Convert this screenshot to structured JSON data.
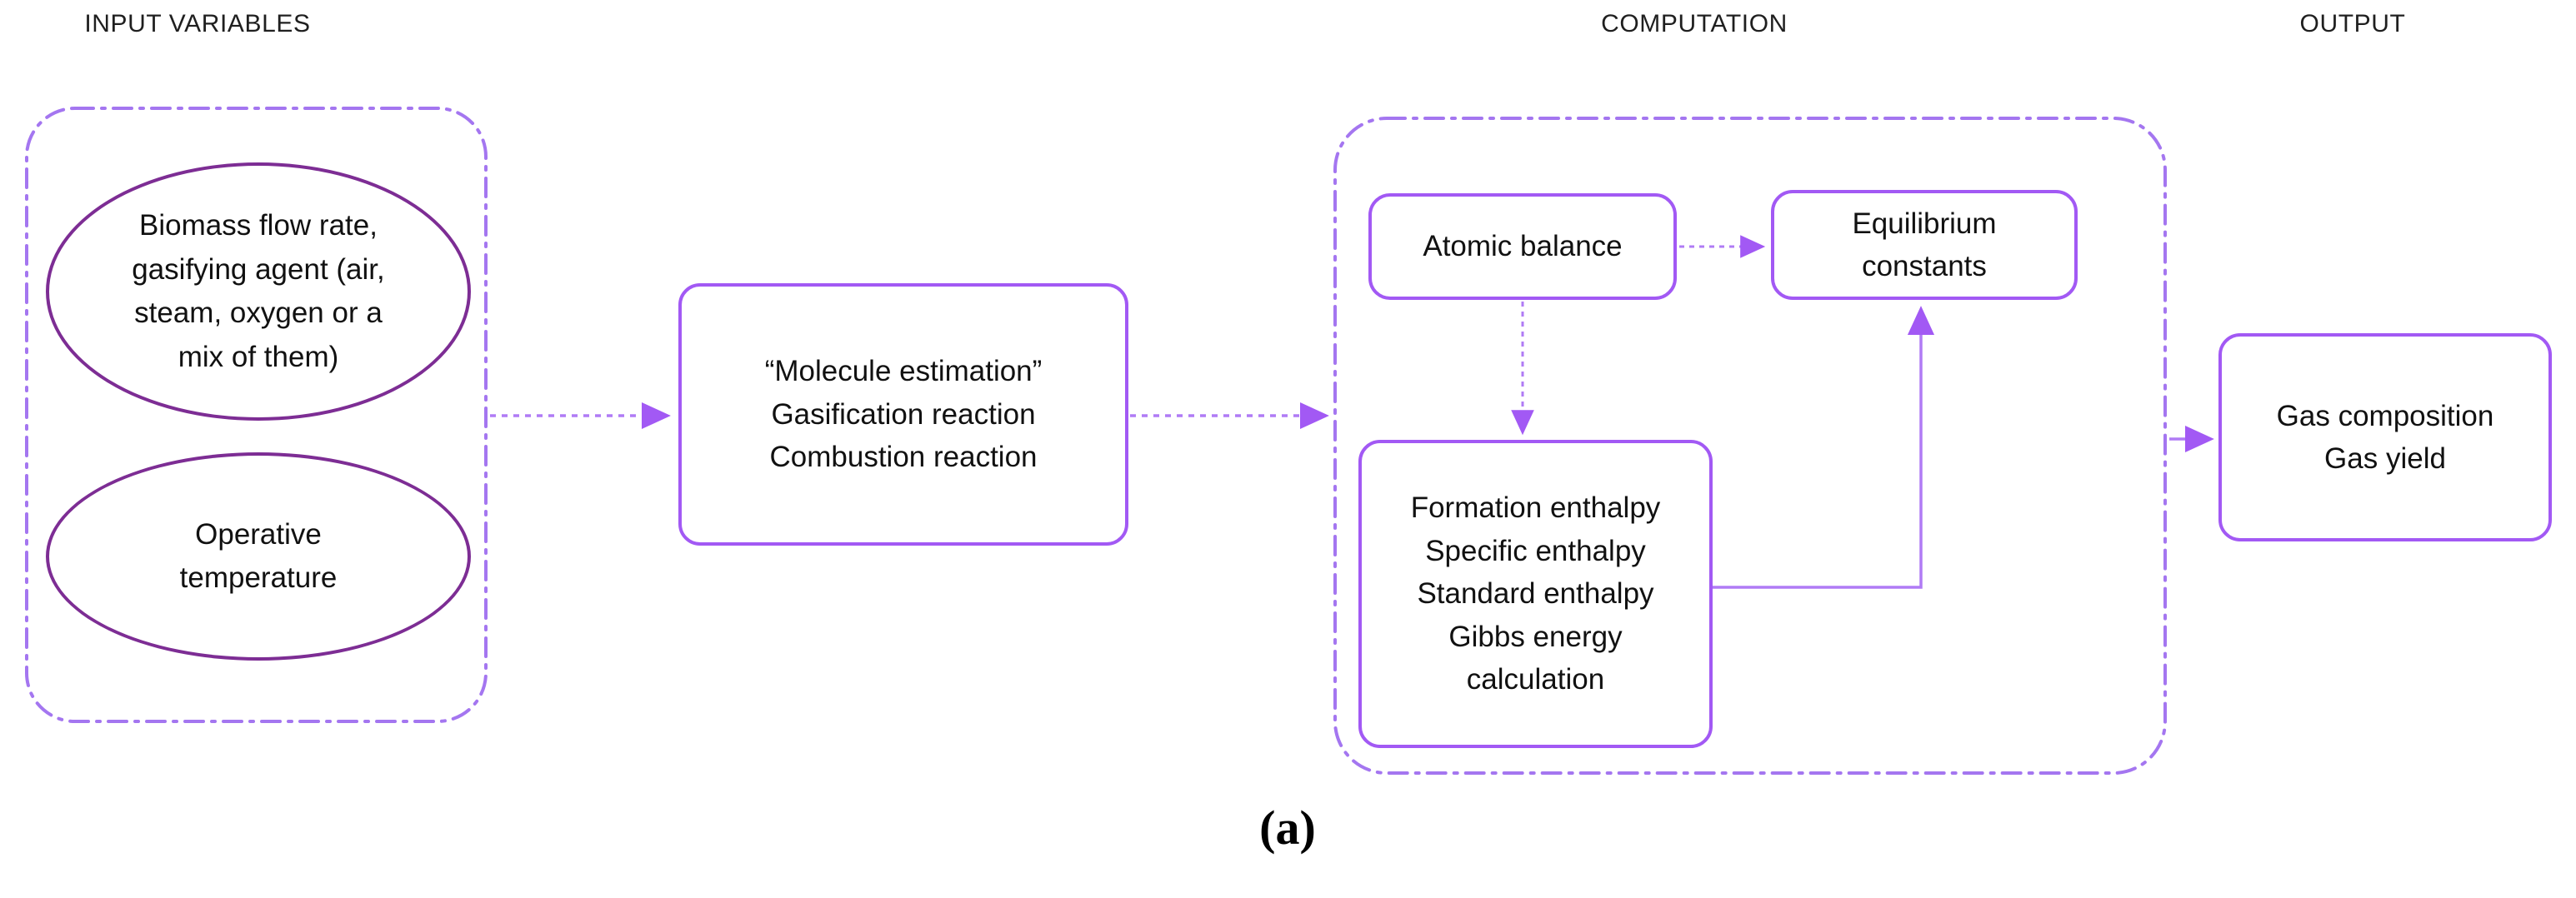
{
  "figure": {
    "caption": "(a)",
    "background": "#ffffff"
  },
  "colors": {
    "node_stroke": "#a259f4",
    "ellipse_stroke": "#7d2d94",
    "group_stroke": "#a476f0",
    "connector": "#a259f4",
    "text": "#111111"
  },
  "headers": {
    "input": "INPUT VARIABLES",
    "computation": "COMPUTATION",
    "output": "OUTPUT"
  },
  "input_group": {
    "label": "INPUT VARIABLES",
    "nodes": [
      {
        "id": "feedstock",
        "shape": "ellipse",
        "lines": [
          "Biomass flow rate,",
          "gasifying agent (air,",
          "steam, oxygen or a",
          "mix of them)"
        ]
      },
      {
        "id": "temperature",
        "shape": "ellipse",
        "lines": [
          "Operative",
          "temperature"
        ]
      }
    ]
  },
  "middle_node": {
    "id": "molecule-estimation",
    "shape": "rounded-rect",
    "lines": [
      "“Molecule estimation”",
      "Gasification reaction",
      "Combustion reaction"
    ]
  },
  "computation_group": {
    "label": "COMPUTATION",
    "nodes": [
      {
        "id": "atomic-balance",
        "shape": "rounded-rect",
        "lines": [
          "Atomic balance"
        ]
      },
      {
        "id": "equilibrium-constants",
        "shape": "rounded-rect",
        "lines": [
          "Equilibrium",
          "constants"
        ]
      },
      {
        "id": "enthalpy-calculation",
        "shape": "rounded-rect",
        "lines": [
          "Formation enthalpy",
          "Specific enthalpy",
          "Standard enthalpy",
          "Gibbs energy",
          "calculation"
        ]
      }
    ]
  },
  "output_group": {
    "label": "OUTPUT",
    "nodes": [
      {
        "id": "gas-results",
        "shape": "rounded-rect",
        "lines": [
          "Gas composition",
          "Gas yield"
        ]
      }
    ]
  },
  "connectors": [
    {
      "id": "input-to-molecule",
      "from": "input-group",
      "to": "molecule-estimation",
      "style": "dotted",
      "arrow": true
    },
    {
      "id": "molecule-to-comp",
      "from": "molecule-estimation",
      "to": "computation-group",
      "style": "dotted",
      "arrow": true
    },
    {
      "id": "atomic-to-equilib",
      "from": "atomic-balance",
      "to": "equilibrium-constants",
      "style": "dotted",
      "arrow": true
    },
    {
      "id": "atomic-to-enthalpy",
      "from": "atomic-balance",
      "to": "enthalpy-calculation",
      "style": "dotted",
      "arrow": true
    },
    {
      "id": "enthalpy-to-equilib",
      "from": "enthalpy-calculation",
      "to": "equilibrium-constants",
      "style": "solid",
      "arrow": true
    },
    {
      "id": "comp-to-output",
      "from": "computation-group",
      "to": "gas-results",
      "style": "solid",
      "arrow": true
    }
  ]
}
